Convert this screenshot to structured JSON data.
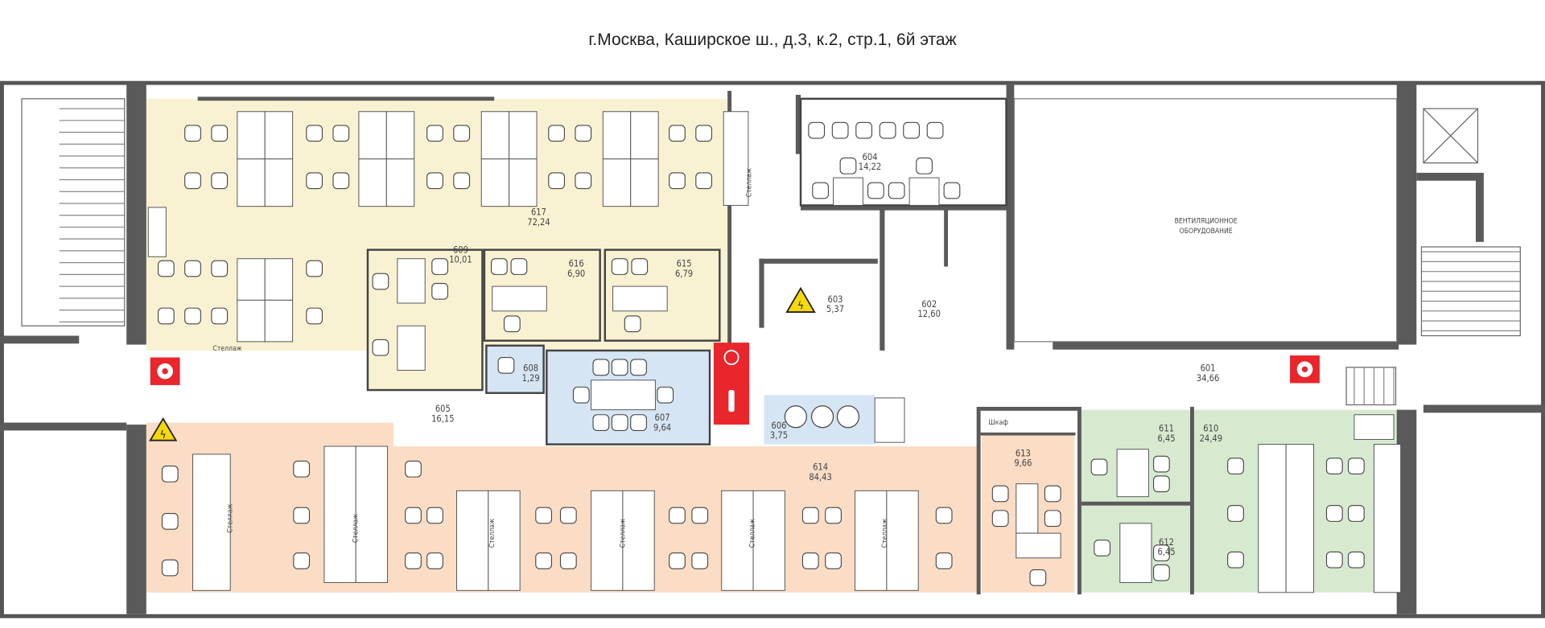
{
  "title": "г.Москва, Каширское ш., д.3, к.2, стр.1, 6й этаж",
  "colors": {
    "yellow": "#f8f2d2",
    "blue": "#d6e5f3",
    "orange": "#fbdcc4",
    "green": "#d7ead0",
    "wall": "#5a5a5a",
    "fire": "#e8262c"
  },
  "rooms": [
    {
      "id": "617",
      "area": "72,24"
    },
    {
      "id": "609",
      "area": "10,01"
    },
    {
      "id": "616",
      "area": "6,90"
    },
    {
      "id": "615",
      "area": "6,79"
    },
    {
      "id": "608",
      "area": "1,29"
    },
    {
      "id": "607",
      "area": "9,64"
    },
    {
      "id": "606",
      "area": "3,75"
    },
    {
      "id": "605",
      "area": "16,15"
    },
    {
      "id": "604",
      "area": "14,22"
    },
    {
      "id": "603",
      "area": "5,37"
    },
    {
      "id": "602",
      "area": "12,60"
    },
    {
      "id": "601",
      "area": "34,66"
    },
    {
      "id": "614",
      "area": "84,43"
    },
    {
      "id": "613",
      "area": "9,66"
    },
    {
      "id": "611",
      "area": "6,45"
    },
    {
      "id": "612",
      "area": "6,45"
    },
    {
      "id": "610",
      "area": "24,49"
    }
  ],
  "ventilation": [
    "ВЕНТИЛЯЦИОННОЕ",
    "ОБОРУДОВАНИЕ"
  ],
  "shelf_label": "Стеллаж",
  "wardrobe_label": "Шкаф",
  "icons": [
    "fire-hose-icon",
    "electric-hazard-icon",
    "fire-extinguisher-icon",
    "stairs-icon"
  ]
}
